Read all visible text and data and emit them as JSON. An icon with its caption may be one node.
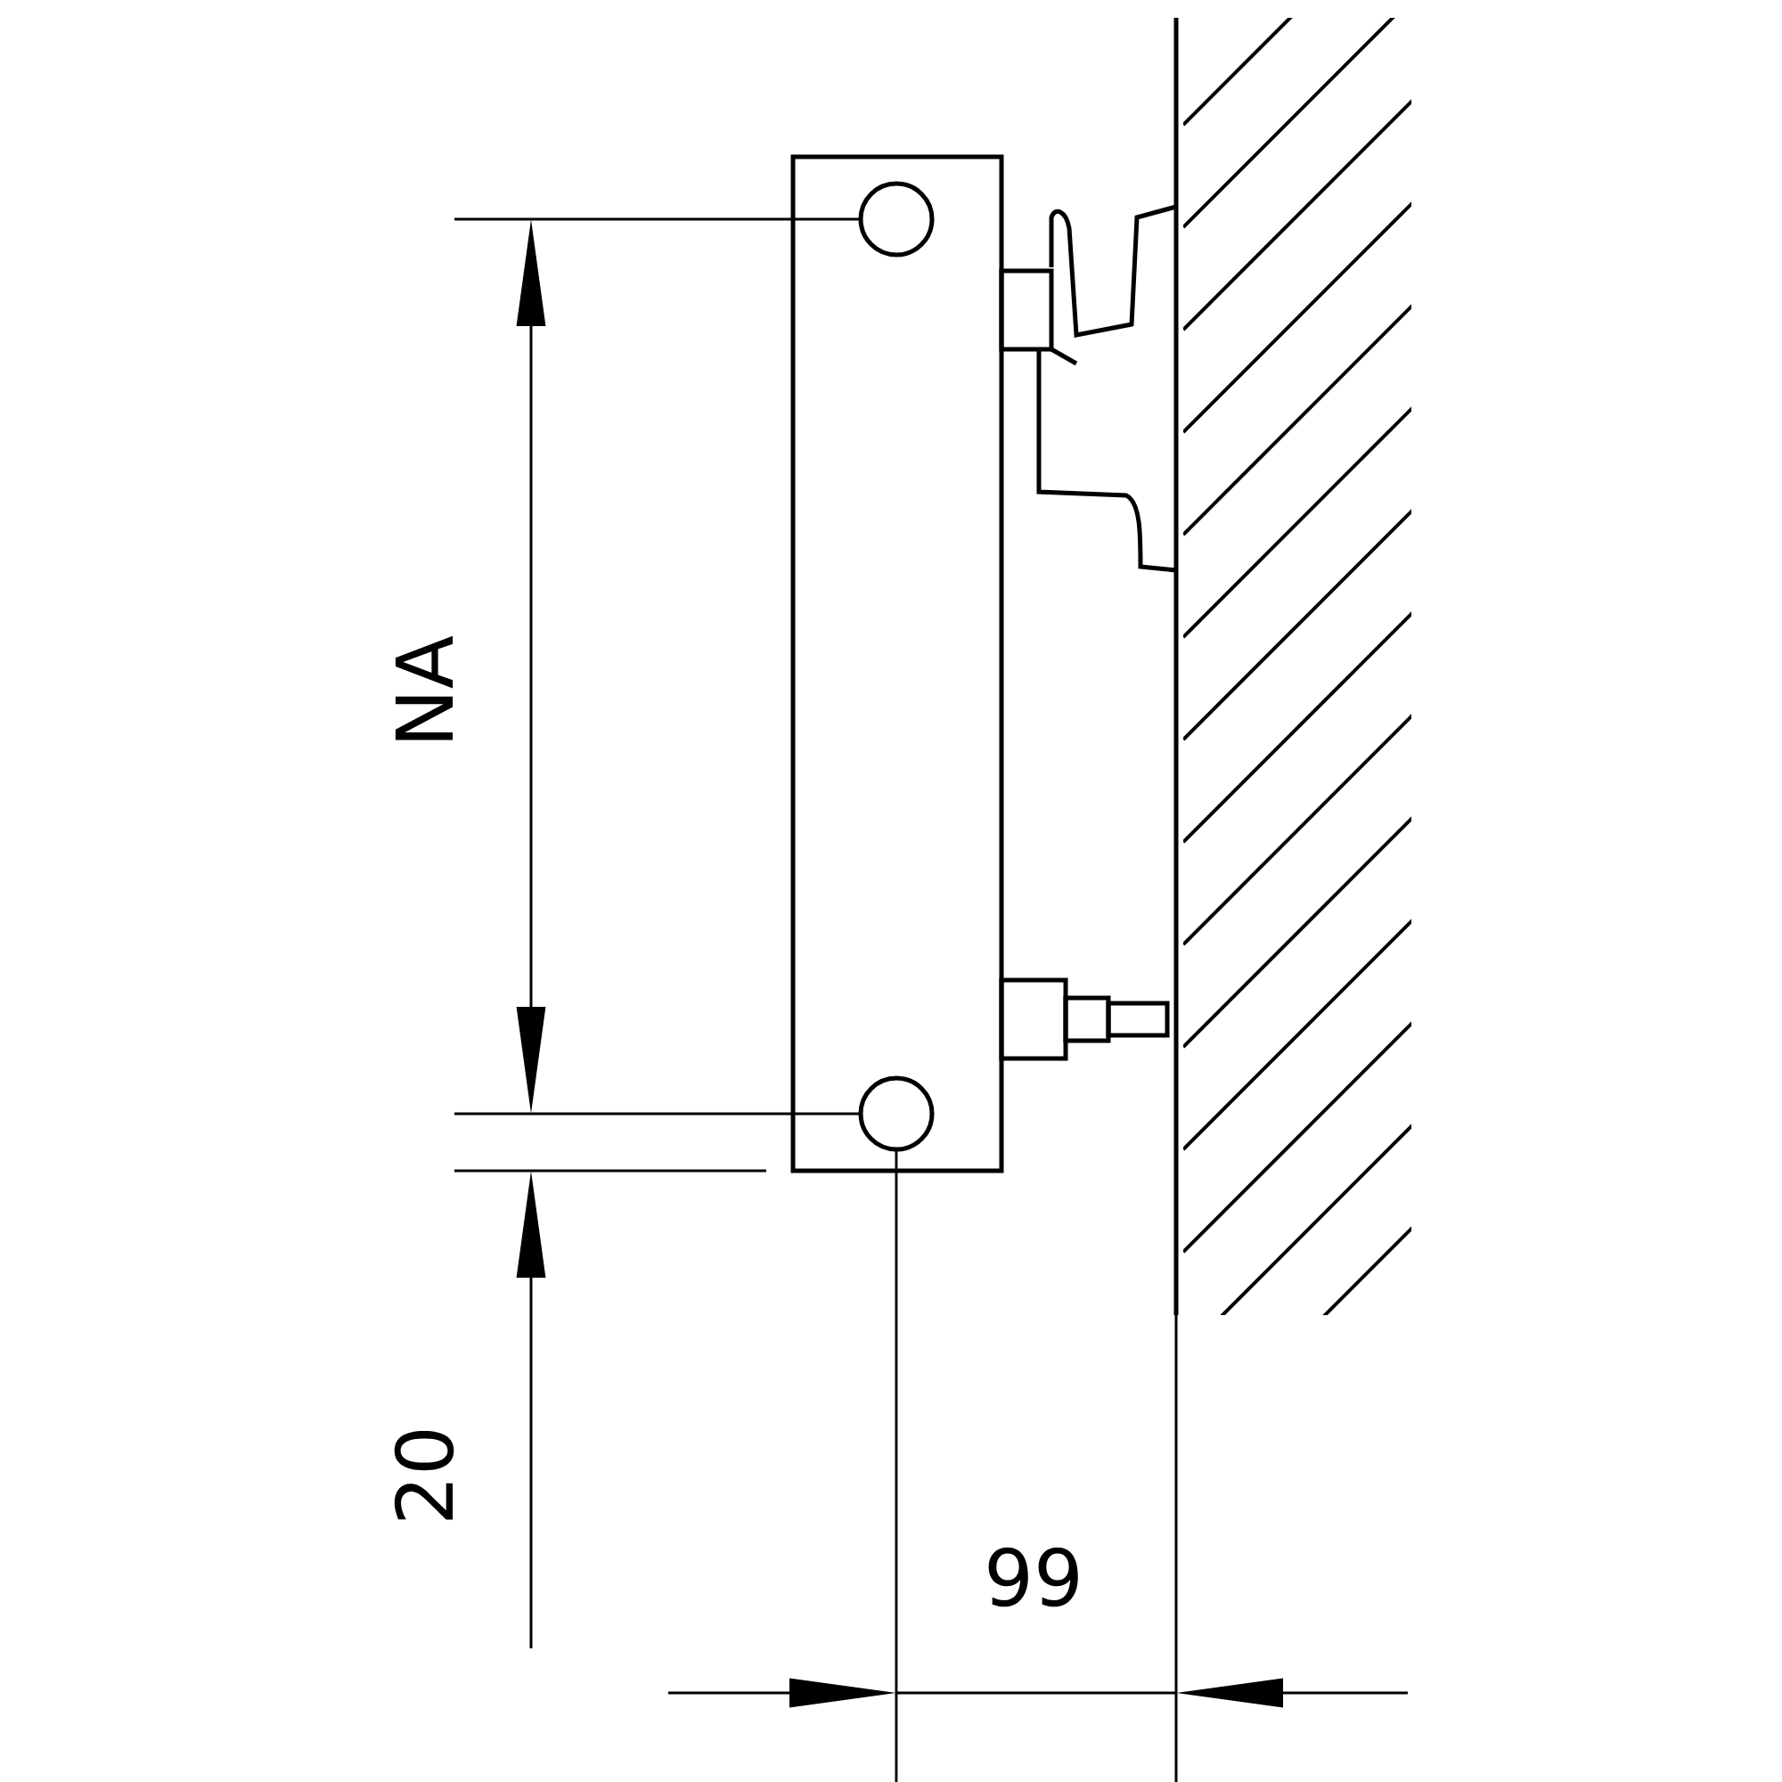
{
  "diagram": {
    "labels": [
      "NA",
      "20",
      "99"
    ]
  }
}
